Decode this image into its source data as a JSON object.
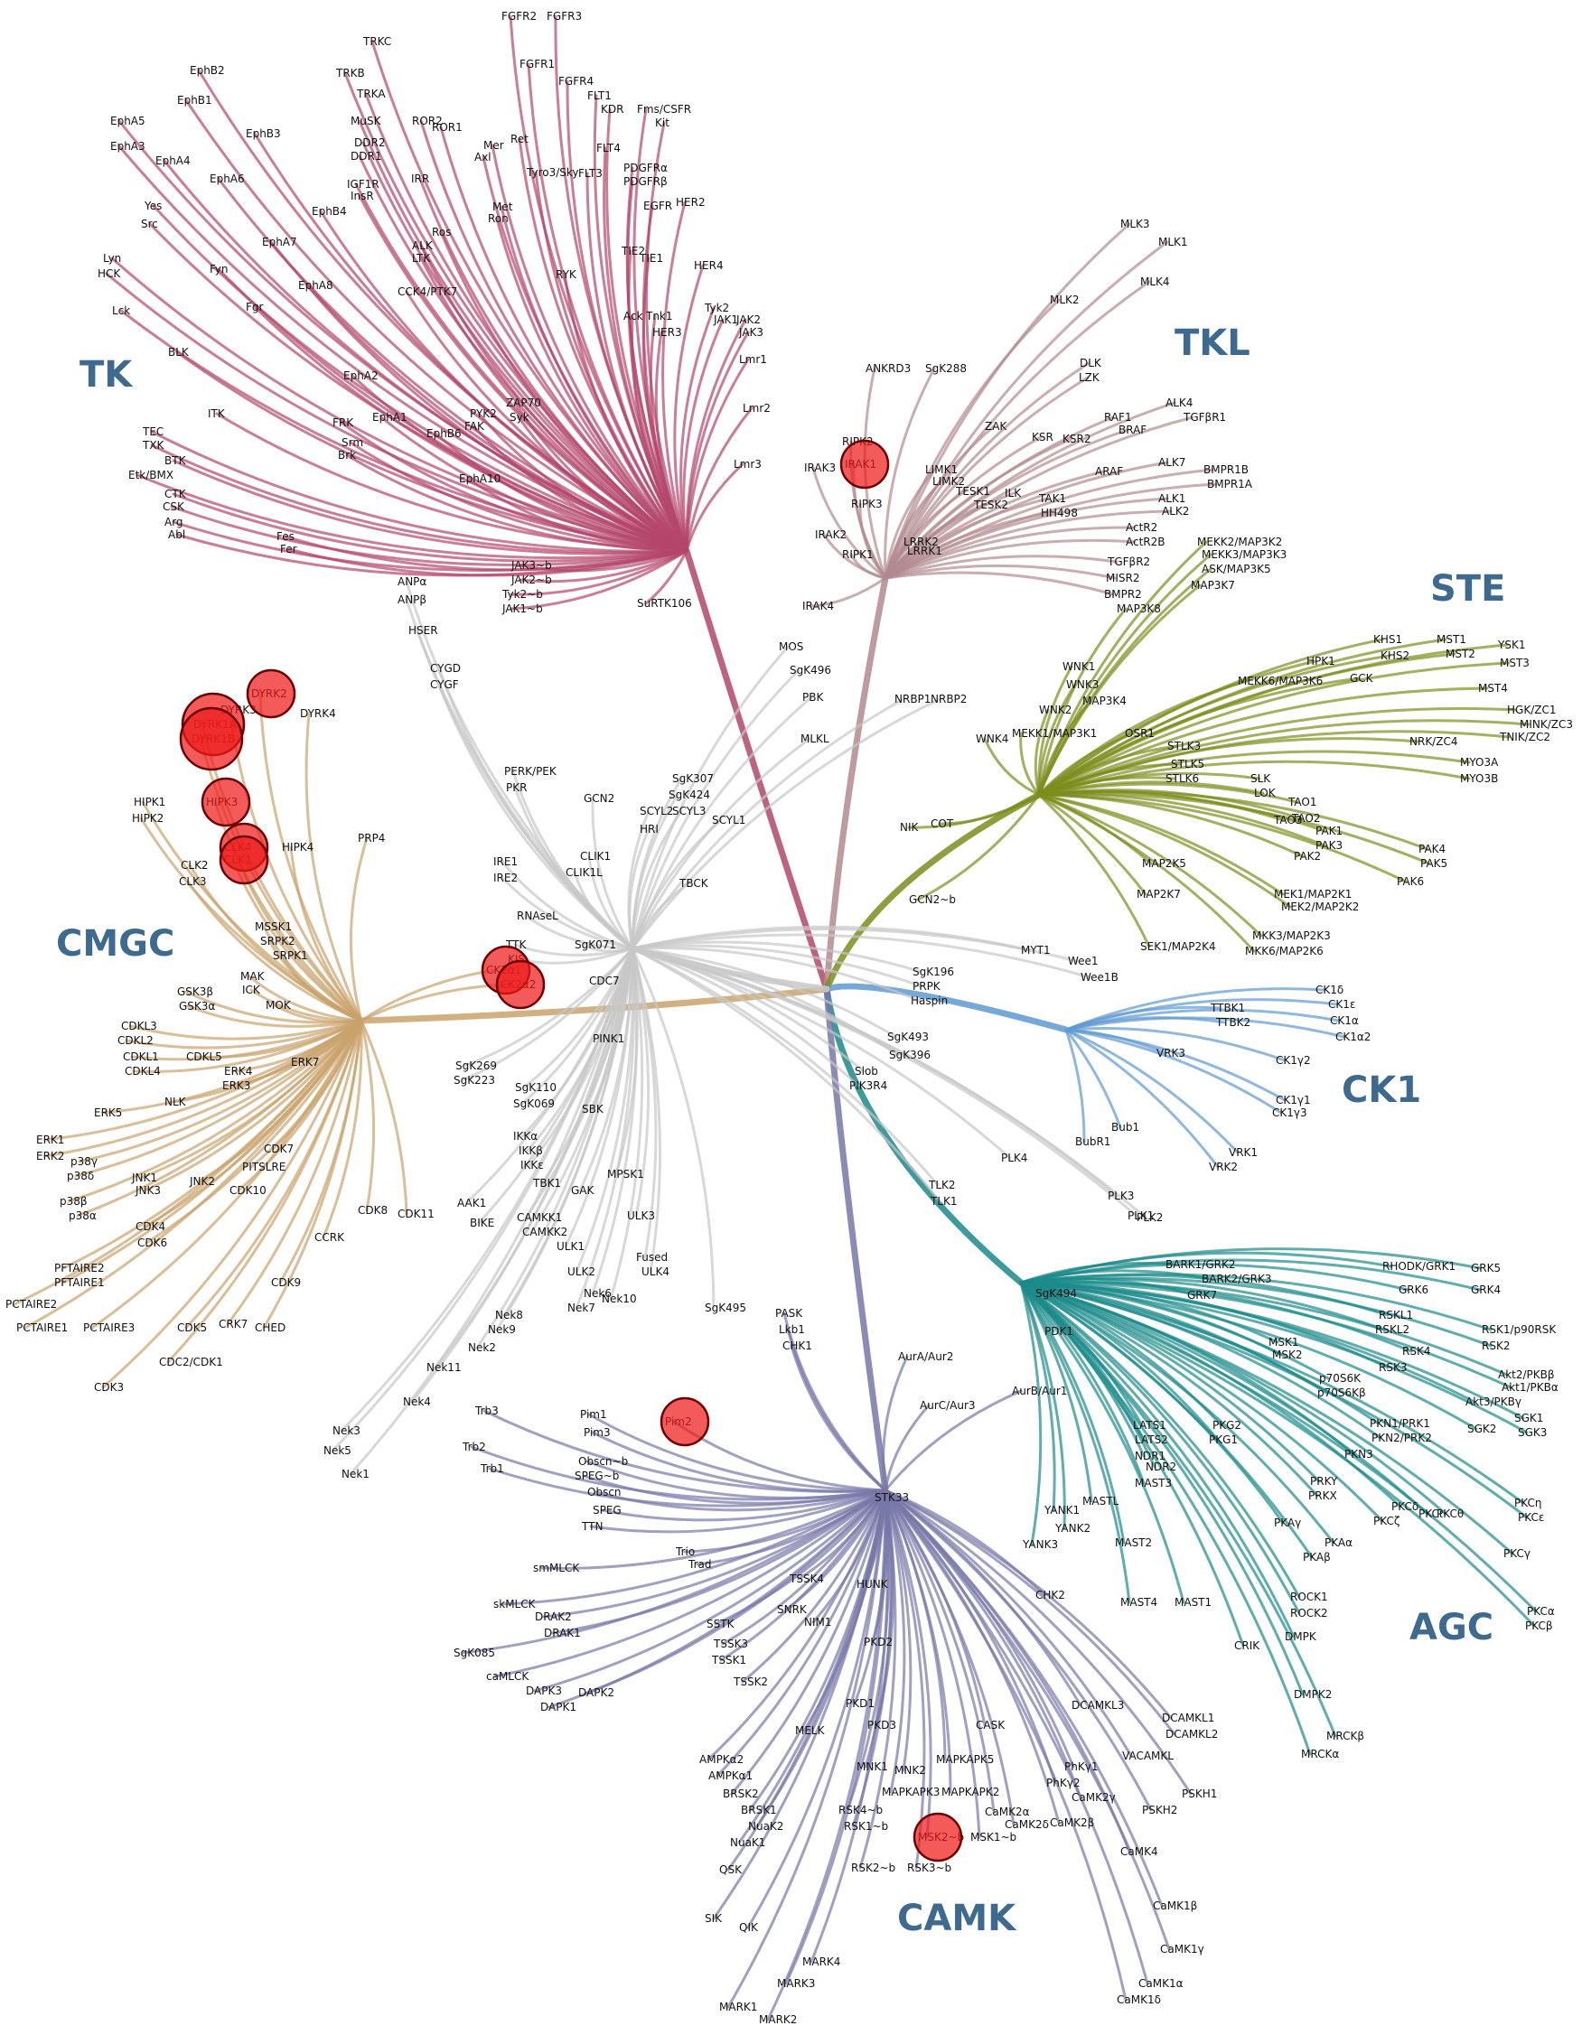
{
  "colors": {
    "TK": "#b3466b",
    "TKL": "#b28a8e",
    "STE": "#7e8d1c",
    "CK1": "#5f9ad1",
    "AGC": "#1b8a8a",
    "CAMK": "#7778a8",
    "CMGC": "#c9a36b",
    "Other": "#c8c8c8",
    "hit": "#ee1c1c",
    "group_label": "#3f6a8f"
  },
  "group_labels": {
    "TK": "TK",
    "TKL": "TKL",
    "STE": "STE",
    "CK1": "CK1",
    "AGC": "AGC",
    "CAMK": "CAMK",
    "CMGC": "CMGC"
  },
  "kinases": {
    "TK": [
      "FGFR2",
      "FGFR3",
      "FGFR1",
      "FGFR4",
      "FLT1",
      "KDR",
      "Fms/CSFR",
      "Kit",
      "FLT4",
      "FLT3",
      "PDGFRα",
      "PDGFRβ",
      "EGFR",
      "HER2",
      "HER4",
      "TIE2",
      "TIE1",
      "Ack",
      "Tnk1",
      "HER3",
      "Tyk2",
      "JAK1",
      "JAK2",
      "JAK3",
      "Lmr1",
      "Lmr2",
      "Lmr3",
      "TRKC",
      "TRKB",
      "TRKA",
      "MuSK",
      "ROR2",
      "ROR1",
      "DDR2",
      "DDR1",
      "Mer",
      "Axl",
      "Ret",
      "Tyro3/Sky",
      "IGF1R",
      "InsR",
      "IRR",
      "Met",
      "Ron",
      "Ros",
      "ALK",
      "LTK",
      "RYK",
      "CCK4/PTK7",
      "EphB2",
      "EphB1",
      "EphA5",
      "EphA3",
      "EphA4",
      "EphB3",
      "EphA6",
      "EphB4",
      "Yes",
      "Src",
      "EphA7",
      "Fyn",
      "Lyn",
      "HCK",
      "EphA8",
      "Lck",
      "Fgr",
      "BLK",
      "EphA2",
      "EphA1",
      "PYK2",
      "FAK",
      "ZAP70",
      "Syk",
      "ITK",
      "TEC",
      "TXK",
      "BTK",
      "Etk/BMX",
      "FRK",
      "Srm",
      "Brk",
      "EphB6",
      "EphA10",
      "CTK",
      "CSK",
      "Arg",
      "Abl",
      "Fes",
      "Fer",
      "JAK3~b",
      "JAK2~b",
      "Tyk2~b",
      "JAK1~b",
      "SuRTK106"
    ],
    "TKL": [
      "MLK3",
      "MLK1",
      "MLK4",
      "MLK2",
      "DLK",
      "LZK",
      "ANKRD3",
      "SgK288",
      "ZAK",
      "KSR",
      "KSR2",
      "RAF1",
      "BRAF",
      "ALK4",
      "TGFβR1",
      "RIPK2",
      "IRAK3",
      "IRAK1",
      "RIPK3",
      "LIMK1",
      "LIMK2",
      "TESK1",
      "TESK2",
      "ILK",
      "TAK1",
      "HH498",
      "ARAF",
      "ALK7",
      "BMPR1B",
      "BMPR1A",
      "ALK1",
      "ALK2",
      "ActR2",
      "ActR2B",
      "TGFβR2",
      "MISR2",
      "BMPR2",
      "IRAK2",
      "RIPK1",
      "LRRK2",
      "LRRK1",
      "IRAK4"
    ],
    "STE": [
      "MEKK2/MAP3K2",
      "MEKK3/MAP3K3",
      "ASK/MAP3K5",
      "MAP3K7",
      "MAP3K8",
      "KHS1",
      "KHS2",
      "MST1",
      "MST2",
      "YSK1",
      "MST3",
      "HPK1",
      "GCK",
      "MEKK6/MAP3K6",
      "MST4",
      "HGK/ZC1",
      "MINK/ZC3",
      "TNIK/ZC2",
      "NRK/ZC4",
      "MYO3A",
      "MYO3B",
      "WNK1",
      "WNK3",
      "MAP3K4",
      "WNK2",
      "MEKK1/MAP3K1",
      "WNK4",
      "OSR1",
      "STLK3",
      "STLK5",
      "STLK6",
      "SLK",
      "LOK",
      "TAO1",
      "TAO2",
      "TAO3",
      "PAK1",
      "PAK3",
      "PAK2",
      "PAK4",
      "PAK5",
      "PAK6",
      "MAP2K5",
      "MAP2K7",
      "MEK1/MAP2K1",
      "MEK2/MAP2K2",
      "MKK3/MAP2K3",
      "MKK6/MAP2K6",
      "SEK1/MAP2K4",
      "NIK",
      "COT",
      "GCN2~b"
    ],
    "CK1": [
      "CK1δ",
      "CK1ε",
      "CK1α",
      "CK1α2",
      "TTBK1",
      "TTBK2",
      "VRK3",
      "CK1γ2",
      "CK1γ1",
      "CK1γ3",
      "Bub1",
      "BubR1",
      "VRK1",
      "VRK2"
    ],
    "AGC": [
      "GRK5",
      "GRK4",
      "GRK6",
      "RHODK/GRK1",
      "BARK1/GRK2",
      "BARK2/GRK3",
      "GRK7",
      "SgK494",
      "PDK1",
      "RSKL1",
      "RSKL2",
      "MSK1",
      "MSK2",
      "RSK1/p90RSK",
      "RSK2",
      "RSK4",
      "RSK3",
      "Akt2/PKBβ",
      "Akt1/PKBα",
      "Akt3/PKBγ",
      "p70S6K",
      "p70S6Kβ",
      "SGK1",
      "SGK2",
      "SGK3",
      "LATS1",
      "LATS2",
      "PKG2",
      "PKG1",
      "NDR1",
      "NDR2",
      "PKN1/PRK1",
      "PKN2/PRK2",
      "PKN3",
      "PRKY",
      "PRKX",
      "MAST3",
      "MASTL",
      "MAST2",
      "MAST4",
      "MAST1",
      "PKCη",
      "PKCε",
      "PKCδ",
      "PKCθ",
      "PKCζ",
      "PKCι",
      "PKCγ",
      "PKAγ",
      "PKAα",
      "PKAβ",
      "PKCα",
      "PKCβ",
      "ROCK1",
      "ROCK2",
      "DMPK",
      "CRIK",
      "DMPK2",
      "MRCKβ",
      "MRCKα",
      "YANK1",
      "YANK2",
      "YANK3"
    ],
    "CAMK": [
      "PASK",
      "Lkb1",
      "CHK1",
      "Trb3",
      "Trb2",
      "Trb1",
      "Pim1",
      "Pim3",
      "Pim2",
      "AurA/Aur2",
      "AurC/Aur3",
      "AurB/Aur1",
      "Obscn~b",
      "SPEG~b",
      "Obscn",
      "SPEG",
      "TTN",
      "STK33",
      "Trio",
      "Trad",
      "smMLCK",
      "skMLCK",
      "DRAK2",
      "DRAK1",
      "SgK085",
      "caMLCK",
      "DAPK3",
      "DAPK1",
      "DAPK2",
      "TSSK4",
      "SNRK",
      "NIM1",
      "HUNK",
      "SSTK",
      "TSSK3",
      "TSSK1",
      "TSSK2",
      "PKD2",
      "PKD1",
      "PKD3",
      "CHK2",
      "MELK",
      "MNK1",
      "MNK2",
      "MAPKAPK5",
      "MAPKAPK3",
      "MAPKAPK2",
      "CASK",
      "DCAMKL3",
      "DCAMKL1",
      "DCAMKL2",
      "VACAMKL",
      "PSKH1",
      "PSKH2",
      "PhKγ1",
      "PhKγ2",
      "CaMK2γ",
      "CaMK2α",
      "CaMK2δ",
      "CaMK2β",
      "CaMK4",
      "CaMK1β",
      "CaMK1γ",
      "CaMK1α",
      "CaMK1δ",
      "AMPKα2",
      "AMPKα1",
      "BRSK2",
      "BRSK1",
      "NuaK2",
      "NuaK1",
      "RSK4~b",
      "RSK1~b",
      "MSK2~b",
      "MSK1~b",
      "RSK2~b",
      "RSK3~b",
      "QSK",
      "SIK",
      "QIK",
      "MARK4",
      "MARK3",
      "MARK1",
      "MARK2"
    ],
    "CMGC": [
      "DYRK1A",
      "DYRK1B",
      "DYRK2",
      "DYRK3",
      "DYRK4",
      "HIPK1",
      "HIPK2",
      "HIPK3",
      "CLK4",
      "CLK1",
      "CLK2",
      "CLK3",
      "HIPK4",
      "PRP4",
      "MSSK1",
      "SRPK2",
      "SRPK1",
      "CK2α1",
      "CK2α2",
      "MAK",
      "ICK",
      "MOK",
      "GSK3β",
      "GSK3α",
      "CDKL3",
      "CDKL2",
      "CDKL1",
      "CDKL4",
      "CDKL5",
      "ERK4",
      "ERK3",
      "ERK7",
      "NLK",
      "ERK5",
      "ERK1",
      "ERK2",
      "p38γ",
      "p38δ",
      "p38β",
      "p38α",
      "JNK1",
      "JNK3",
      "JNK2",
      "CDK7",
      "PITSLRE",
      "CDK10",
      "CDK4",
      "CDK6",
      "CDK8",
      "CDK11",
      "CCRK",
      "CDK9",
      "PFTAIRE2",
      "PFTAIRE1",
      "PCTAIRE2",
      "PCTAIRE1",
      "PCTAIRE3",
      "CDK5",
      "CRK7",
      "CHED",
      "CDC2/CDK1",
      "CDK3"
    ],
    "Other": [
      "ANPα",
      "ANPβ",
      "HSER",
      "CYGD",
      "CYGF",
      "PERK/PEK",
      "PKR",
      "GCN2",
      "SgK307",
      "SgK424",
      "SCYL3",
      "SCYL2",
      "SCYL1",
      "HRI",
      "IRE1",
      "IRE2",
      "CLIK1",
      "CLIK1L",
      "TBCK",
      "RNAseL",
      "TTK",
      "KIS",
      "SgK071",
      "CDC7",
      "MOS",
      "SgK496",
      "PBK",
      "MLKL",
      "NRBP1",
      "NRBP2",
      "MYT1",
      "Wee1",
      "Wee1B",
      "SgK196",
      "PRPK",
      "Haspin",
      "SgK493",
      "SgK396",
      "Slob",
      "PIK3R4",
      "PINK1",
      "SgK269",
      "SgK223",
      "SgK110",
      "SgK069",
      "SBK",
      "IKKα",
      "IKKβ",
      "IKKε",
      "TBK1",
      "MPSK1",
      "GAK",
      "AAK1",
      "BIKE",
      "CAMKK1",
      "CAMKK2",
      "ULK1",
      "ULK2",
      "ULK3",
      "Fused",
      "ULK4",
      "PLK4",
      "PLK3",
      "PLK1",
      "PLK2",
      "TLK2",
      "TLK1",
      "SgK495",
      "Nek6",
      "Nek7",
      "Nek10",
      "Nek8",
      "Nek9",
      "Nek2",
      "Nek11",
      "Nek4",
      "Nek3",
      "Nek5",
      "Nek1"
    ]
  },
  "highlighted": [
    "DYRK1A",
    "DYRK1B",
    "DYRK2",
    "HIPK3",
    "CLK4",
    "CLK1",
    "CK2α1",
    "CK2α2",
    "IRAK1",
    "Pim2",
    "MSK2~b"
  ]
}
